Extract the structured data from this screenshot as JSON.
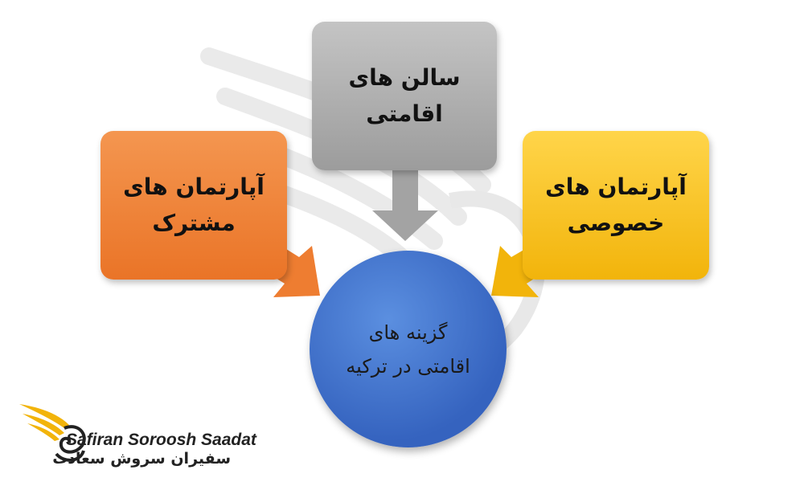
{
  "diagram": {
    "center": {
      "line1": "گزینه های",
      "line2": "اقامتی در ترکیه"
    },
    "top": {
      "line1": "سالن های اقامتی"
    },
    "left": {
      "line1": "آپارتمان های",
      "line2": "مشترک"
    },
    "right": {
      "line1": "آپارتمان های",
      "line2": "خصوصی"
    },
    "colors": {
      "gray": "#a9a9a9",
      "orange": "#ee7d31",
      "yellow": "#fbbd00",
      "blue": "#4472c4"
    }
  },
  "logo": {
    "name_en": "Safiran Soroosh Saadat",
    "name_fa": "سفیران سروش سعادت",
    "icon": "wing-logo-icon"
  }
}
